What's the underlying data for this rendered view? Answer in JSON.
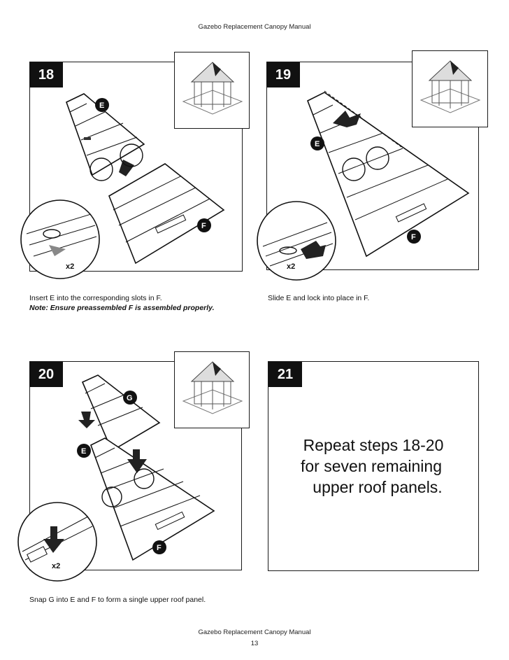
{
  "header": {
    "title": "Gazebo Replacement Canopy Manual"
  },
  "footer": {
    "title": "Gazebo Replacement Canopy Manual",
    "page_number": "13"
  },
  "steps": [
    {
      "number": "18",
      "caption": "Insert E into the corresponding slots in F.",
      "note": "Note: Ensure preassembled F is assembled properly.",
      "labels": [
        "E",
        "F"
      ],
      "multiplier": "x2"
    },
    {
      "number": "19",
      "caption": "Slide E and lock into place in F.",
      "labels": [
        "E",
        "F"
      ],
      "multiplier": "x2"
    },
    {
      "number": "20",
      "caption": "Snap G into E and F to form a single upper roof panel.",
      "labels": [
        "G",
        "E",
        "F"
      ],
      "multiplier": "x2"
    },
    {
      "number": "21",
      "repeat_lines": [
        "Repeat steps 18-20",
        "for seven remaining",
        "upper roof panels."
      ]
    }
  ]
}
